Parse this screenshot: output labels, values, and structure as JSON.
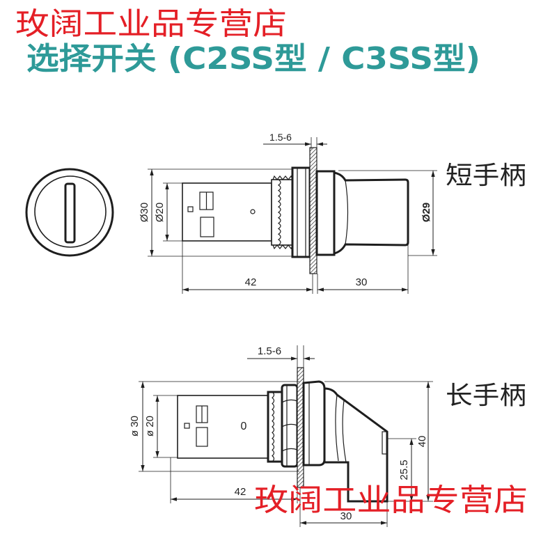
{
  "shop_watermark_top": "玫阔工业品专营店",
  "title": "选择开关 (C2SS型 / C3SS型)",
  "short_handle": {
    "label": "短手柄",
    "panel_thickness": "1.5-6",
    "dia_bezel": "Ø30",
    "dia_body": "Ø20",
    "dia_knob": "Ø29",
    "length_body": "42",
    "length_knob": "30"
  },
  "long_handle": {
    "label": "长手柄",
    "panel_thickness": "1.5-6",
    "dia_bezel": "ø 30",
    "dia_body": "ø 20",
    "body_mark": "0",
    "height_total": "40",
    "height_lever": "25.5",
    "length_body": "42",
    "length_knob": "30"
  },
  "shop_watermark_bottom": "玫阔工业品专营店",
  "colors": {
    "title": "#2e9a98",
    "watermark": "#e41f26",
    "line": "#1e1e1e"
  }
}
